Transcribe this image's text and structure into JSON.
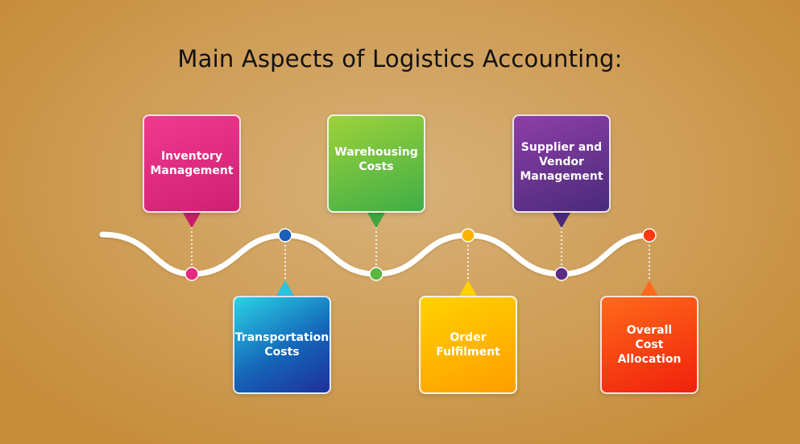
{
  "title": "Main Aspects of Logistics Accounting:",
  "items": [
    {
      "id": "inventory-management",
      "lines": [
        "Inventory",
        "Management"
      ],
      "color": "#e62a80",
      "position": "top"
    },
    {
      "id": "transportation-costs",
      "lines": [
        "Transportation",
        "Costs"
      ],
      "color": "#1a5fb8",
      "position": "bottom"
    },
    {
      "id": "warehousing-costs",
      "lines": [
        "Warehousing",
        "Costs"
      ],
      "color": "#5db63f",
      "position": "top"
    },
    {
      "id": "order-fulfilment",
      "lines": [
        "Order",
        "Fulfilment"
      ],
      "color": "#ffb300",
      "position": "bottom"
    },
    {
      "id": "supplier-vendor-management",
      "lines": [
        "Supplier and",
        "Vendor",
        "Management"
      ],
      "color": "#5b2d86",
      "position": "top"
    },
    {
      "id": "overall-cost-allocation",
      "lines": [
        "Overall",
        "Cost",
        "Allocation"
      ],
      "color": "#ff3b0f",
      "position": "bottom"
    }
  ]
}
